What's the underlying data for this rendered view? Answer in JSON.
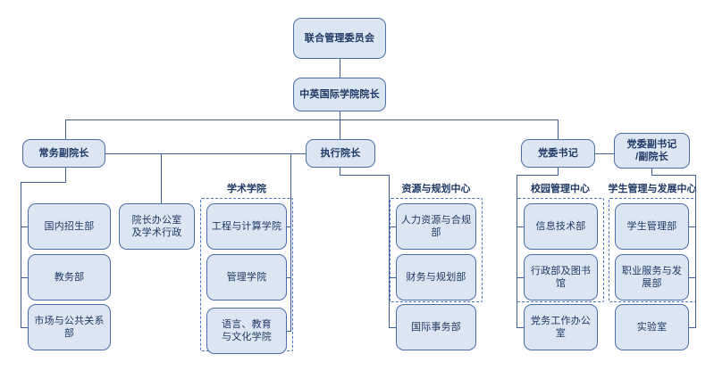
{
  "chart_data": {
    "type": "diagram",
    "title": "",
    "subtype": "organizational-chart",
    "orientation": "top-down",
    "nodes": [
      {
        "id": "n1",
        "label": "联合管理委员会",
        "level": 0
      },
      {
        "id": "n2",
        "label": "中英国际学院院长",
        "level": 1
      },
      {
        "id": "n3",
        "label": "常务副院长",
        "level": 2
      },
      {
        "id": "n4",
        "label": "执行院长",
        "level": 2
      },
      {
        "id": "n5",
        "label": "党委书记",
        "level": 2
      },
      {
        "id": "n6",
        "label": "党委副书记\n/副院长",
        "level": 2
      },
      {
        "id": "n7",
        "label": "国内招生部",
        "level": 3
      },
      {
        "id": "n8",
        "label": "教务部",
        "level": 3
      },
      {
        "id": "n9",
        "label": "市场与公共关系部",
        "level": 3
      },
      {
        "id": "n10",
        "label": "院长办公室\n及学术行政",
        "level": 3
      },
      {
        "id": "n11",
        "label": "工程与计算学院",
        "level": 3
      },
      {
        "id": "n12",
        "label": "管理学院",
        "level": 3
      },
      {
        "id": "n13",
        "label": "语言、教育\n与文化学院",
        "level": 3
      },
      {
        "id": "n14",
        "label": "人力资源与合规部",
        "level": 3
      },
      {
        "id": "n15",
        "label": "财务与规划部",
        "level": 3
      },
      {
        "id": "n16",
        "label": "国际事务部",
        "level": 3
      },
      {
        "id": "n17",
        "label": "信息技术部",
        "level": 3
      },
      {
        "id": "n18",
        "label": "行政部及图书馆",
        "level": 3
      },
      {
        "id": "n19",
        "label": "党务工作办公室",
        "level": 3
      },
      {
        "id": "n20",
        "label": "学生管理部",
        "level": 3
      },
      {
        "id": "n21",
        "label": "职业服务与发展部",
        "level": 3
      },
      {
        "id": "n22",
        "label": "实验室",
        "level": 3
      }
    ],
    "groups": [
      {
        "id": "g1",
        "label": "学术学院",
        "members": [
          "n11",
          "n12",
          "n13"
        ]
      },
      {
        "id": "g2",
        "label": "资源与规划中心",
        "members": [
          "n14",
          "n15"
        ]
      },
      {
        "id": "g3",
        "label": "校园管理中心",
        "members": [
          "n17",
          "n18"
        ]
      },
      {
        "id": "g4",
        "label": "学生管理与发展中心",
        "members": [
          "n20",
          "n21"
        ]
      }
    ],
    "edges": [
      {
        "from": "n1",
        "to": "n2"
      },
      {
        "from": "n2",
        "to": "n3"
      },
      {
        "from": "n2",
        "to": "n4"
      },
      {
        "from": "n2",
        "to": "n5"
      },
      {
        "from": "n5",
        "to": "n6"
      },
      {
        "from": "n3",
        "to": "n7"
      },
      {
        "from": "n3",
        "to": "n8"
      },
      {
        "from": "n3",
        "to": "n9"
      },
      {
        "from": "n3",
        "to": "n10"
      },
      {
        "from": "n4",
        "to": "n11"
      },
      {
        "from": "n4",
        "to": "n12"
      },
      {
        "from": "n4",
        "to": "n13"
      },
      {
        "from": "n4",
        "to": "n14"
      },
      {
        "from": "n4",
        "to": "n15"
      },
      {
        "from": "n4",
        "to": "n16"
      },
      {
        "from": "n5",
        "to": "n17"
      },
      {
        "from": "n5",
        "to": "n18"
      },
      {
        "from": "n5",
        "to": "n19"
      },
      {
        "from": "n6",
        "to": "n20"
      },
      {
        "from": "n6",
        "to": "n21"
      },
      {
        "from": "n6",
        "to": "n22"
      }
    ]
  },
  "colors": {
    "node_fill": "#dce6f3",
    "node_border": "#4a6da7",
    "text": "#1f3864",
    "connector": "#3f5f96",
    "group_border": "#4472c4",
    "background": "#ffffff"
  },
  "nodes": {
    "n1": "联合管理委员会",
    "n2": "中英国际学院院长",
    "n3": "常务副院长",
    "n4": "执行院长",
    "n5": "党委书记",
    "n6_line1": "党委副书记",
    "n6_line2": "/副院长",
    "n7": "国内招生部",
    "n8": "教务部",
    "n9": "市场与公共关系部",
    "n10_line1": "院长办公室",
    "n10_line2": "及学术行政",
    "n11": "工程与计算学院",
    "n12": "管理学院",
    "n13_line1": "语言、教育",
    "n13_line2": "与文化学院",
    "n14": "人力资源与合规部",
    "n15": "财务与规划部",
    "n16": "国际事务部",
    "n17": "信息技术部",
    "n18": "行政部及图书馆",
    "n19": "党务工作办公室",
    "n20": "学生管理部",
    "n21": "职业服务与发展部",
    "n22": "实验室"
  },
  "groups": {
    "g1": "学术学院",
    "g2": "资源与规划中心",
    "g3": "校园管理中心",
    "g4": "学生管理与发展中心"
  }
}
